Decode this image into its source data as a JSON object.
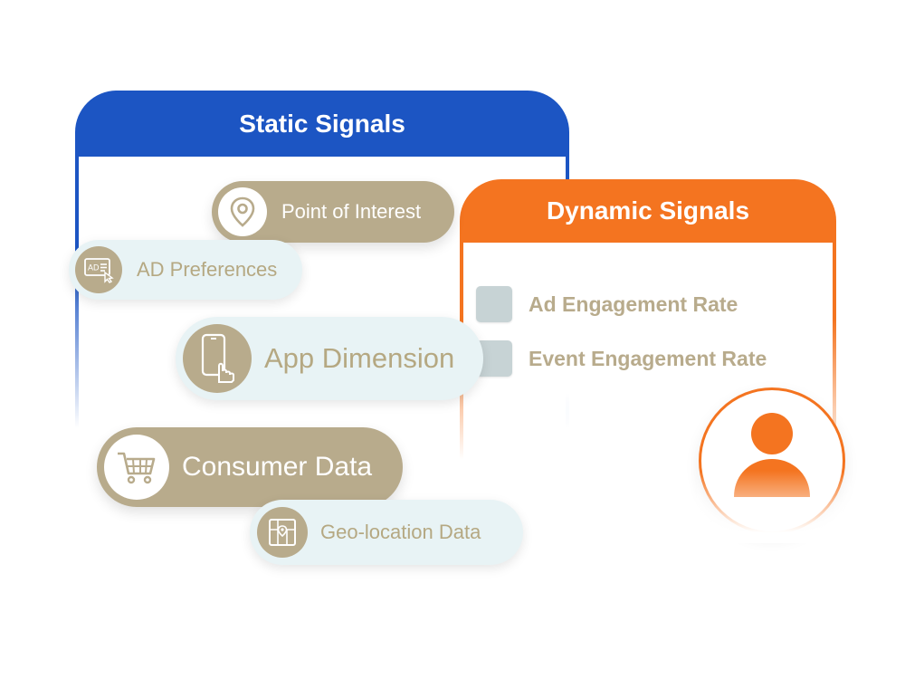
{
  "static": {
    "title": "Static Signals",
    "items": [
      {
        "label": "Point of Interest",
        "icon": "location-pin-icon"
      },
      {
        "label": "AD Preferences",
        "icon": "ad-click-icon"
      },
      {
        "label": "App Dimension",
        "icon": "smartphone-tap-icon"
      },
      {
        "label": "Consumer Data",
        "icon": "shopping-cart-icon"
      },
      {
        "label": "Geo-location Data",
        "icon": "map-icon"
      }
    ]
  },
  "dynamic": {
    "title": "Dynamic Signals",
    "items": [
      {
        "label": "Ad Engagement Rate"
      },
      {
        "label": "Event Engagement Rate"
      }
    ]
  },
  "colors": {
    "static_accent": "#1c55c3",
    "dynamic_accent": "#f47420",
    "pill_tan": "#b8ab8c",
    "pill_light": "#e8f3f5"
  }
}
